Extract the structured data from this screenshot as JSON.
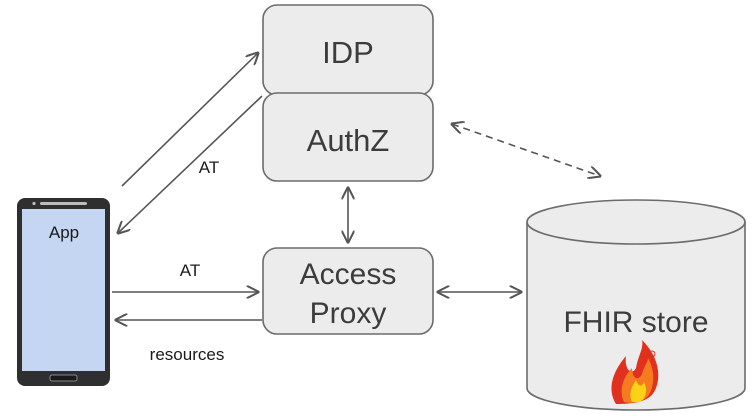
{
  "nodes": {
    "idp": {
      "label": "IDP"
    },
    "authz": {
      "label": "AuthZ"
    },
    "access_proxy": {
      "line1": "Access",
      "line2": "Proxy"
    },
    "fhir_store": {
      "label": "FHIR store"
    },
    "app": {
      "label": "App"
    }
  },
  "edge_labels": {
    "app_idp_token": "AT",
    "app_proxy_token": "AT",
    "proxy_app_resources": "resources"
  },
  "colors": {
    "box_fill": "#ececec",
    "box_stroke": "#6b6b6b",
    "phone_body": "#2f2f2f",
    "phone_screen": "#c5d6f2",
    "arrow": "#555555",
    "flame_red": "#e0301e",
    "flame_orange": "#f47b20",
    "flame_yellow": "#fcd116"
  },
  "icons": {
    "fhir_logo": "fhir-flame-logo",
    "phone": "smartphone-device"
  }
}
